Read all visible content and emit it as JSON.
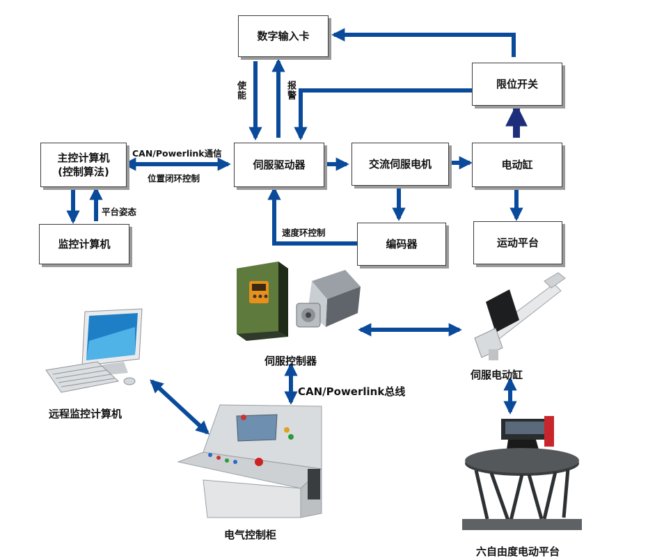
{
  "blocks": {
    "digital_input": "数字输入卡",
    "limit_switch": "限位开关",
    "main_computer_line1": "主控计算机",
    "main_computer_line2": "(控制算法)",
    "servo_driver": "伺服驱动器",
    "ac_servo_motor": "交流伺服电机",
    "electric_cylinder": "电动缸",
    "monitor_computer": "监控计算机",
    "encoder": "编码器",
    "motion_platform": "运动平台"
  },
  "edge_labels": {
    "enable": "使能",
    "alarm": "报警",
    "can_comm": "CAN/Powerlink通信",
    "position_loop": "位置闭环控制",
    "platform_pose": "平台姿态",
    "speed_loop": "速度环控制",
    "can_bus": "CAN/Powerlink总线"
  },
  "captions": {
    "servo_controller": "伺服控制器",
    "servo_cylinder": "伺服电动缸",
    "remote_computer": "远程监控计算机",
    "electric_cabinet": "电气控制柜",
    "six_dof_platform": "六自由度电动平台"
  },
  "colors": {
    "arrow": "#0a4a9a",
    "arrow_dark": "#1d2f7a",
    "box_border": "#3a3a3a",
    "box_shadow": "#9a9a9a"
  }
}
